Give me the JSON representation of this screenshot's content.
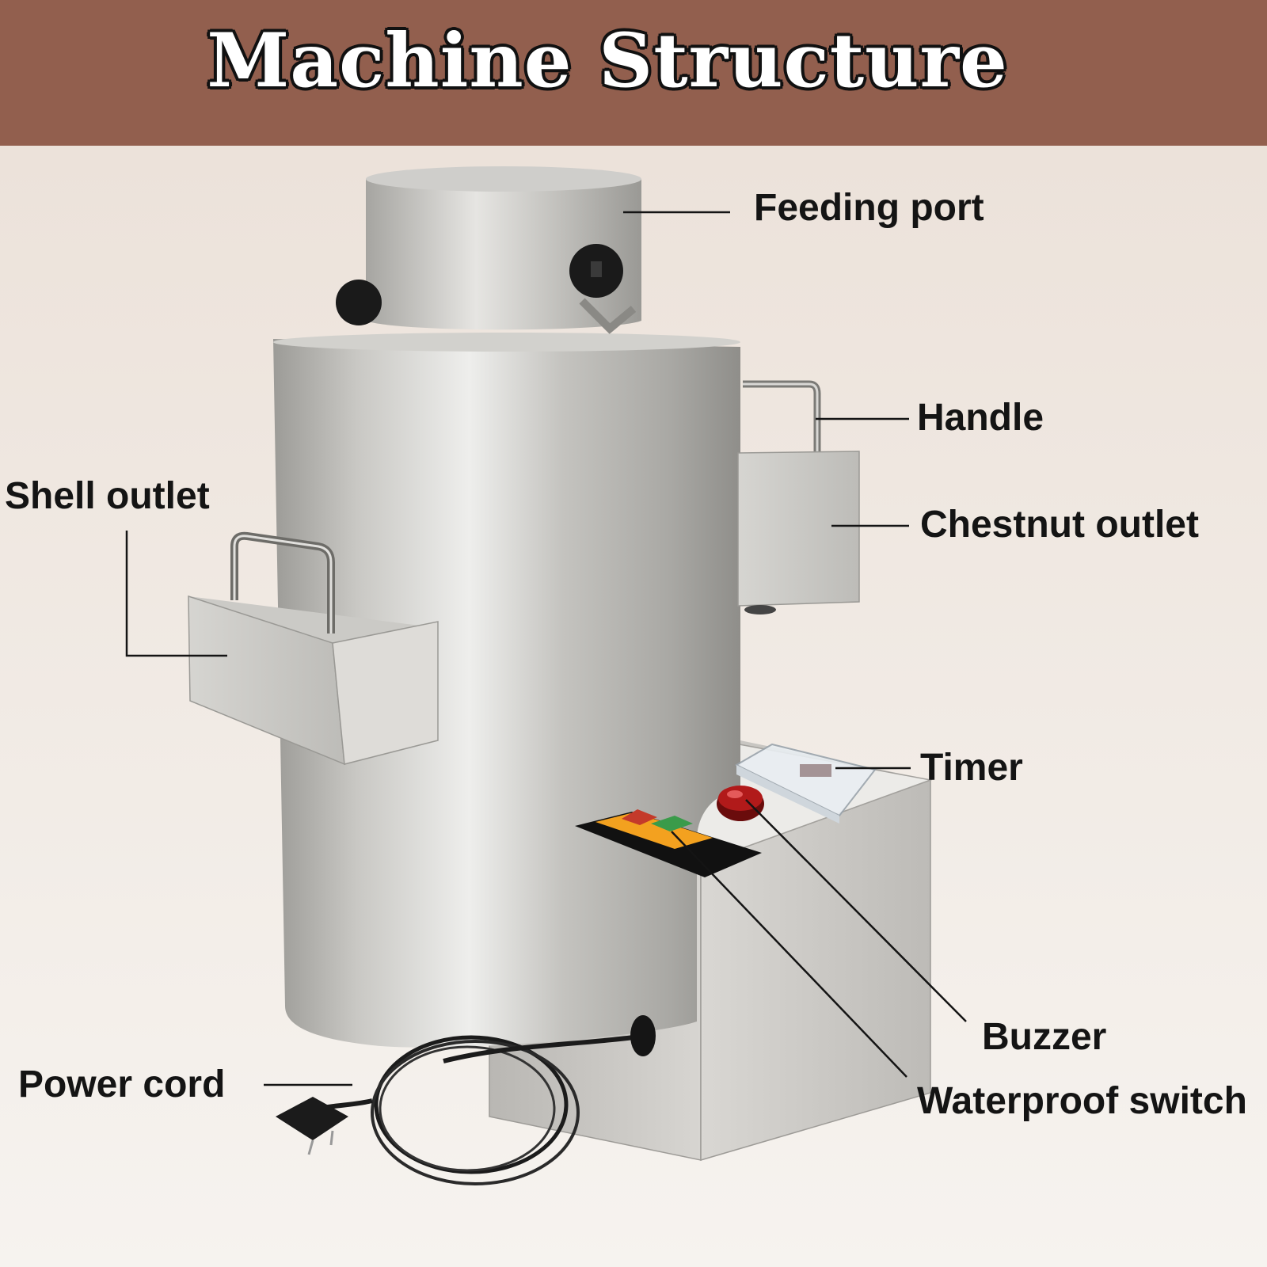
{
  "banner": {
    "title": "Machine Structure",
    "color": "#925f4e"
  },
  "background": {
    "top": "#ece2da",
    "bottom": "#f6f3ef"
  },
  "labels": {
    "feeding_port": "Feeding port",
    "handle": "Handle",
    "shell_outlet": "Shell outlet",
    "chestnut_outlet": "Chestnut outlet",
    "timer": "Timer",
    "buzzer": "Buzzer",
    "waterproof_switch": "Waterproof switch",
    "power_cord": "Power cord"
  }
}
